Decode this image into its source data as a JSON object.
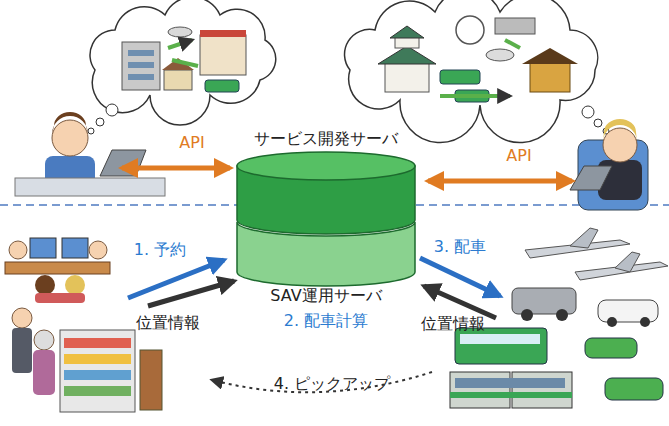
{
  "diagram": {
    "nodes": [
      {
        "text": [
          "サービス開発サーバ"
        ]
      },
      {
        "text": [
          "SAV運用サーバ",
          "2. 配車計算"
        ]
      }
    ],
    "labels": [
      "API",
      "API",
      "1. 予約",
      "位置情報",
      "3. 配車",
      "位置情報",
      "4. ピックアップ"
    ]
  }
}
